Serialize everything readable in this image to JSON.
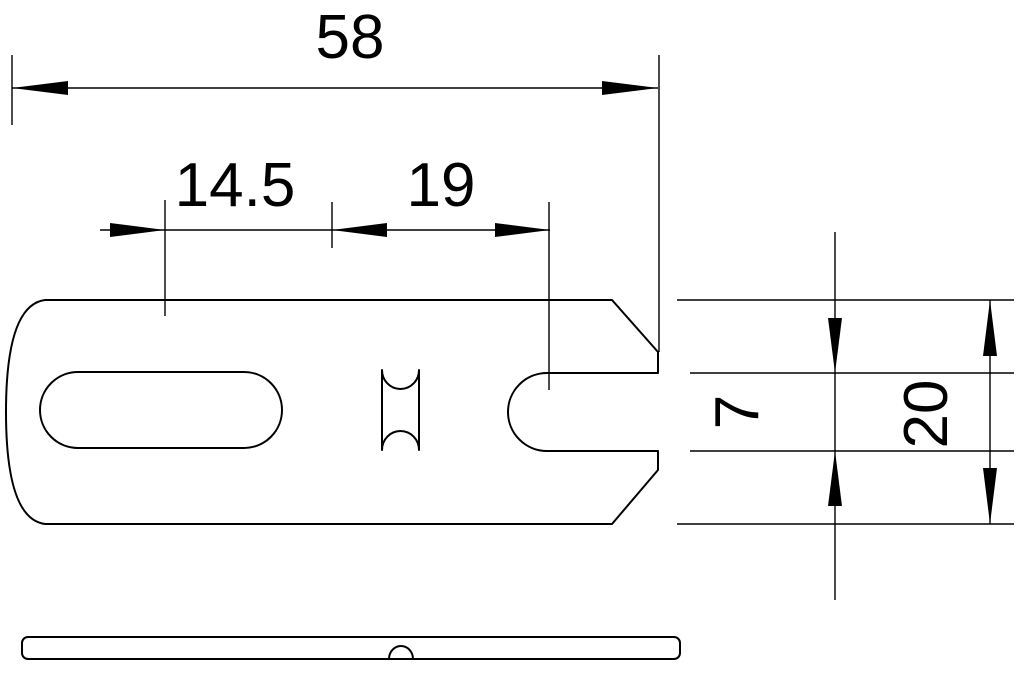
{
  "drawing": {
    "labels": {
      "overall_width": "58",
      "left_spacing": "14.5",
      "right_spacing": "19",
      "slot_height": "7",
      "overall_height": "20"
    },
    "colors": {
      "line": "#000000",
      "background": "#ffffff"
    }
  }
}
